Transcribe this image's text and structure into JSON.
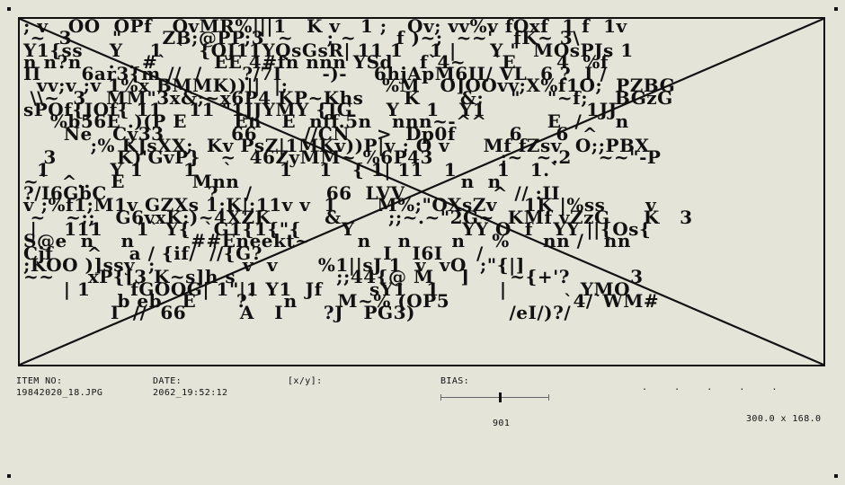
{
  "viewer": {
    "noise_lines": [
      "; v   OO  OPf   OvMR%|||1   K v   1 ;   Ov; vv%v fOxf  1 f  1v",
      " ~  3      \"      ZB;@PP;3  ~     ; ~      f )~;  ~~'   fK~ 3\\",
      "Y1{ss    Y    1  `  {OJ11YQsGsR| 11 1    1 |     Y \"  MOsPJs 1",
      "n n?n    .  . #`       EE 4#fn nnn YSd    f`4~    `E      4  %f",
      "II      6ar3{m //  /      ?/7I      -)-    6hjApM6II/ VL  6 ?  I /",
      "  vv;v ;v 1%x BMMK))||  |;              %M   O]OOvv;X%f1O;  PZBG",
      " \\\\~  3   MM\"3x&;~x6P4 KP~Khs      K      &;    \"    \"~f;    BGzG",
      "sPOf{JOf{ 11    11 \"1JJYMY {JG     Y    1   Y1               1JJ",
      "    %b56E .)(P E       En   E  nff.5n   nnn~-^^         E  /     n",
      "      Ne   Cy33          66       //CN    >  Dp0f        6     6  ^",
      "          ;% KJsXX;  Kv PsZ|1MKv))P|v ; O v     Mf fZsv  O;;PBX",
      "   3         K)'GvP}   ~  46ZyMM~ %6P43          ;~  ~.2    ~~\"-P",
      "  1         Y 1      1    `       1    1   { 1| 11   1      1   1.`",
      "~`  ^..   E          Mnn                                 n  n",
      "?/I6GbC               ?    /           66  LVV             ^ // :II",
      "v ;%f1;M1v GZXs 1;K|;11v v  1      M%;\"OXsZv    1K |%ss      v",
      " ~   ~;;   G6vxK;)~4XZK        &       ;;~.~\"2G~  KMf vZzG     K   3",
      " |    111     1` Y{  `G1{1{\"{      Y                YY O  f   YY ||{Os{",
      "S@e  n    n       `##Eneekt~       n    n      n    %     nn /   nn",
      "Cjf     ^    a / {if/  //{G?                  I   I6I     /",
      ";KOO )]ssy  ;             v  v      %1||sJ 1  v  vO  ;\"{|]",
      "~~     xP{[3 K~s]h s               ;;44{@ M    ]      ~{+'?         3",
      "      | 1      fGOOG| 1\"|1 Y1  Jf       sY1   1         |           YMO",
      "              b eb   E      ?`    n      M~% (OP5                 `4/`WM#",
      "             I  //  66        A   I      ?J   PG3)              /eI/)?/"
    ],
    "item_label": "ITEM NO:",
    "item_value": "19842020_18.JPG",
    "date_label": "DATE:",
    "date_value": "2062_19:52:12",
    "xy_label": "[x/y]:",
    "bias_label": "BIAS:",
    "bias_level": 0.55,
    "bias_value": "901",
    "dimensions": "300.0 x 168.0",
    "status_dots": ".     .     .     .     ."
  }
}
